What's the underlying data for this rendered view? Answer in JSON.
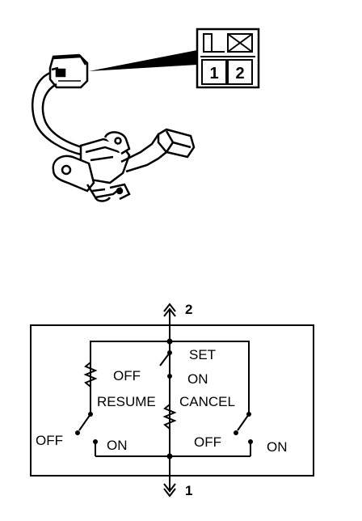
{
  "connector": {
    "pins": [
      "1",
      "2"
    ]
  },
  "schematic": {
    "terminal_top": "2",
    "terminal_bottom": "1",
    "labels": {
      "set": "SET",
      "off_top": "OFF",
      "on_top": "ON",
      "resume": "RESUME",
      "cancel": "CANCEL",
      "off_left": "OFF",
      "on_left": "ON",
      "off_right": "OFF",
      "on_right": "ON"
    }
  }
}
